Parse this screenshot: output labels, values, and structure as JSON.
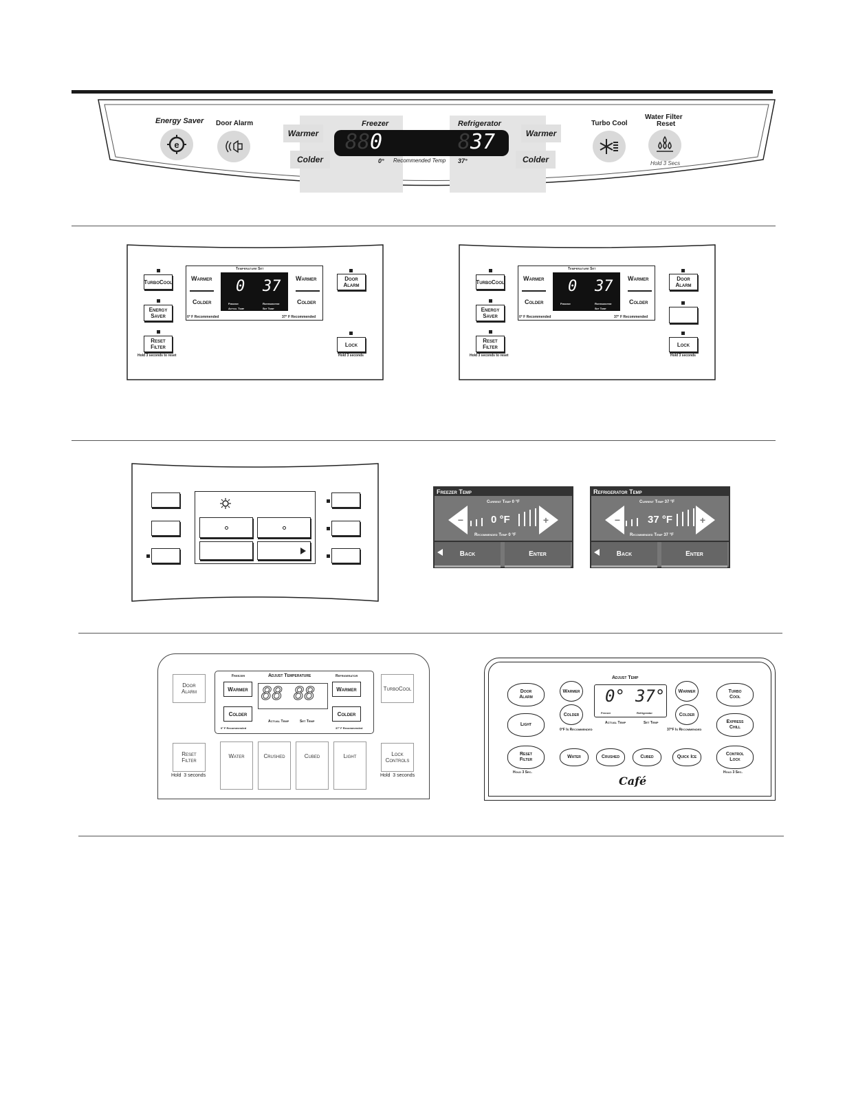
{
  "panel1": {
    "energy_saver": "Energy Saver",
    "door_alarm": "Door Alarm",
    "freezer": "Freezer",
    "refrigerator": "Refrigerator",
    "warmer_left": "Warmer",
    "colder_left": "Colder",
    "warmer_right": "Warmer",
    "colder_right": "Colder",
    "ghost_freezer": "88",
    "freezer_value": "0",
    "ghost_fridge": "8",
    "fridge_value": "37",
    "rec_freezer": "0°",
    "rec_label": "Recommended Temp",
    "rec_fridge": "37°",
    "turbo_cool": "Turbo Cool",
    "water_filter_line1": "Water Filter",
    "water_filter_line2": "Reset",
    "hold": "Hold 3 Secs"
  },
  "panel2a": {
    "turbocool": "TurboCool",
    "energy_saver_1": "Energy",
    "energy_saver_2": "Saver",
    "reset_filter_1": "Reset",
    "reset_filter_2": "Filter",
    "reset_hold": "Hold 3 seconds to reset",
    "temperature_set": "Temperature Set",
    "warmer_l": "Warmer",
    "colder_l": "Colder",
    "warmer_r": "Warmer",
    "colder_r": "Colder",
    "freezer_val": "0",
    "fridge_val": "37",
    "freezer_small": "Freezer",
    "fridge_small": "Refrigerator",
    "actual_temp": "Actual Temp",
    "set_temp": "Set Temp",
    "rec_freezer": "0° F Recommended",
    "rec_fridge": "37° F Recommended",
    "door_alarm_1": "Door",
    "door_alarm_2": "Alarm",
    "lock": "Lock",
    "lock_hold": "Hold 3 seconds"
  },
  "panel2b": {
    "turbocool": "TurboCool",
    "energy_saver_1": "Energy",
    "energy_saver_2": "Saver",
    "reset_filter_1": "Reset",
    "reset_filter_2": "Filter",
    "reset_hold": "Hold 3 seconds to reset",
    "temperature_set": "Temperature Set",
    "warmer_l": "Warmer",
    "colder_l": "Colder",
    "warmer_r": "Warmer",
    "colder_r": "Colder",
    "freezer_val": "0",
    "fridge_val": "37",
    "freezer_small": "Freezer",
    "fridge_small": "Refrigerator",
    "set_temp": "Set Temp",
    "rec_freezer": "0° F Recommended",
    "rec_fridge": "37° F Recommended",
    "door_alarm_1": "Door",
    "door_alarm_2": "Alarm",
    "lock": "Lock",
    "lock_hold": "Hold 3 seconds"
  },
  "screen_freezer": {
    "title": "Freezer Temp",
    "current": "Current Temp 0  °F",
    "value": "0  °F",
    "recommended": "Recommended Temp 0  °F",
    "back": "Back",
    "enter": "Enter"
  },
  "screen_fridge": {
    "title": "Refrigerator Temp",
    "current": "Current Temp 37  °F",
    "value": "37 °F",
    "recommended": "Recommended Temp 37  °F",
    "back": "Back",
    "enter": "Enter"
  },
  "panel4a": {
    "door_alarm_1": "Door",
    "door_alarm_2": "Alarm",
    "freezer": "Freezer",
    "adjust": "Adjust Temperature",
    "refrigerator": "Refrigerator",
    "warmer_l": "Warmer",
    "colder_l": "Colder",
    "warmer_r": "Warmer",
    "colder_r": "Colder",
    "ghost_digits": "88 88",
    "actual_temp": "Actual Temp",
    "set_temp": "Set Temp",
    "rec_freezer": "0° F Recommended",
    "rec_fridge": "37° F Recommended",
    "turbocool": "TurboCool",
    "reset_filter_1": "Reset",
    "reset_filter_2": "Filter",
    "reset_hold": "Hold  3 seconds",
    "water": "Water",
    "crushed": "Crushed",
    "cubed": "Cubed",
    "light": "Light",
    "lock_1": "Lock",
    "lock_2": "Controls",
    "lock_hold": "Hold  3 seconds"
  },
  "panel4b": {
    "adjust": "Adjust Temp",
    "door_alarm_1": "Door",
    "door_alarm_2": "Alarm",
    "light": "Light",
    "reset_filter_1": "Reset",
    "reset_filter_2": "Filter",
    "reset_hold": "Hold 3 Sec.",
    "warmer_l": "Warmer",
    "colder_l": "Colder",
    "warmer_r": "Warmer",
    "colder_r": "Colder",
    "freezer_val": "0°",
    "fridge_val": "37°",
    "freezer_small": "Freezer",
    "fridge_small": "Refrigerator",
    "actual_temp": "Actual Temp",
    "set_temp": "Set Temp",
    "rec_freezer": "0°F Is Recommended",
    "rec_fridge": "37°F Is Recommended",
    "turbo_1": "Turbo",
    "turbo_2": "Cool",
    "express_1": "Express",
    "express_2": "Chill",
    "control_1": "Control",
    "control_2": "Lock",
    "control_hold": "Hold 3 Sec.",
    "water": "Water",
    "crushed": "Crushed",
    "cubed": "Cubed",
    "quick_ice": "Quick Ice",
    "brand": "Café"
  }
}
